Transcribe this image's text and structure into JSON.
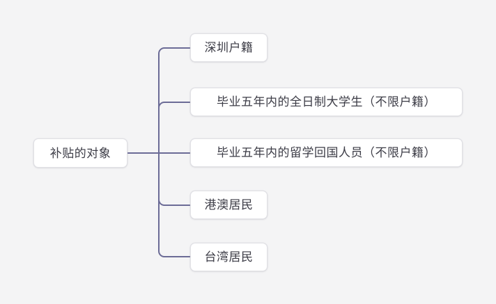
{
  "diagram": {
    "type": "mind-map",
    "orientation": "left-to-right",
    "background_color": "#f4f4f5",
    "connector_color": "#6b6b96",
    "node_fill_color": "#ffffff",
    "node_border_color": "#e2e2e6",
    "text_color": "#3c3c46",
    "root": {
      "label": "补贴的对象"
    },
    "children": [
      {
        "label": "深圳户籍"
      },
      {
        "label": "毕业五年内的全日制大学生（不限户籍）"
      },
      {
        "label": "毕业五年内的留学回国人员（不限户籍）"
      },
      {
        "label": "港澳居民"
      },
      {
        "label": "台湾居民"
      }
    ]
  }
}
